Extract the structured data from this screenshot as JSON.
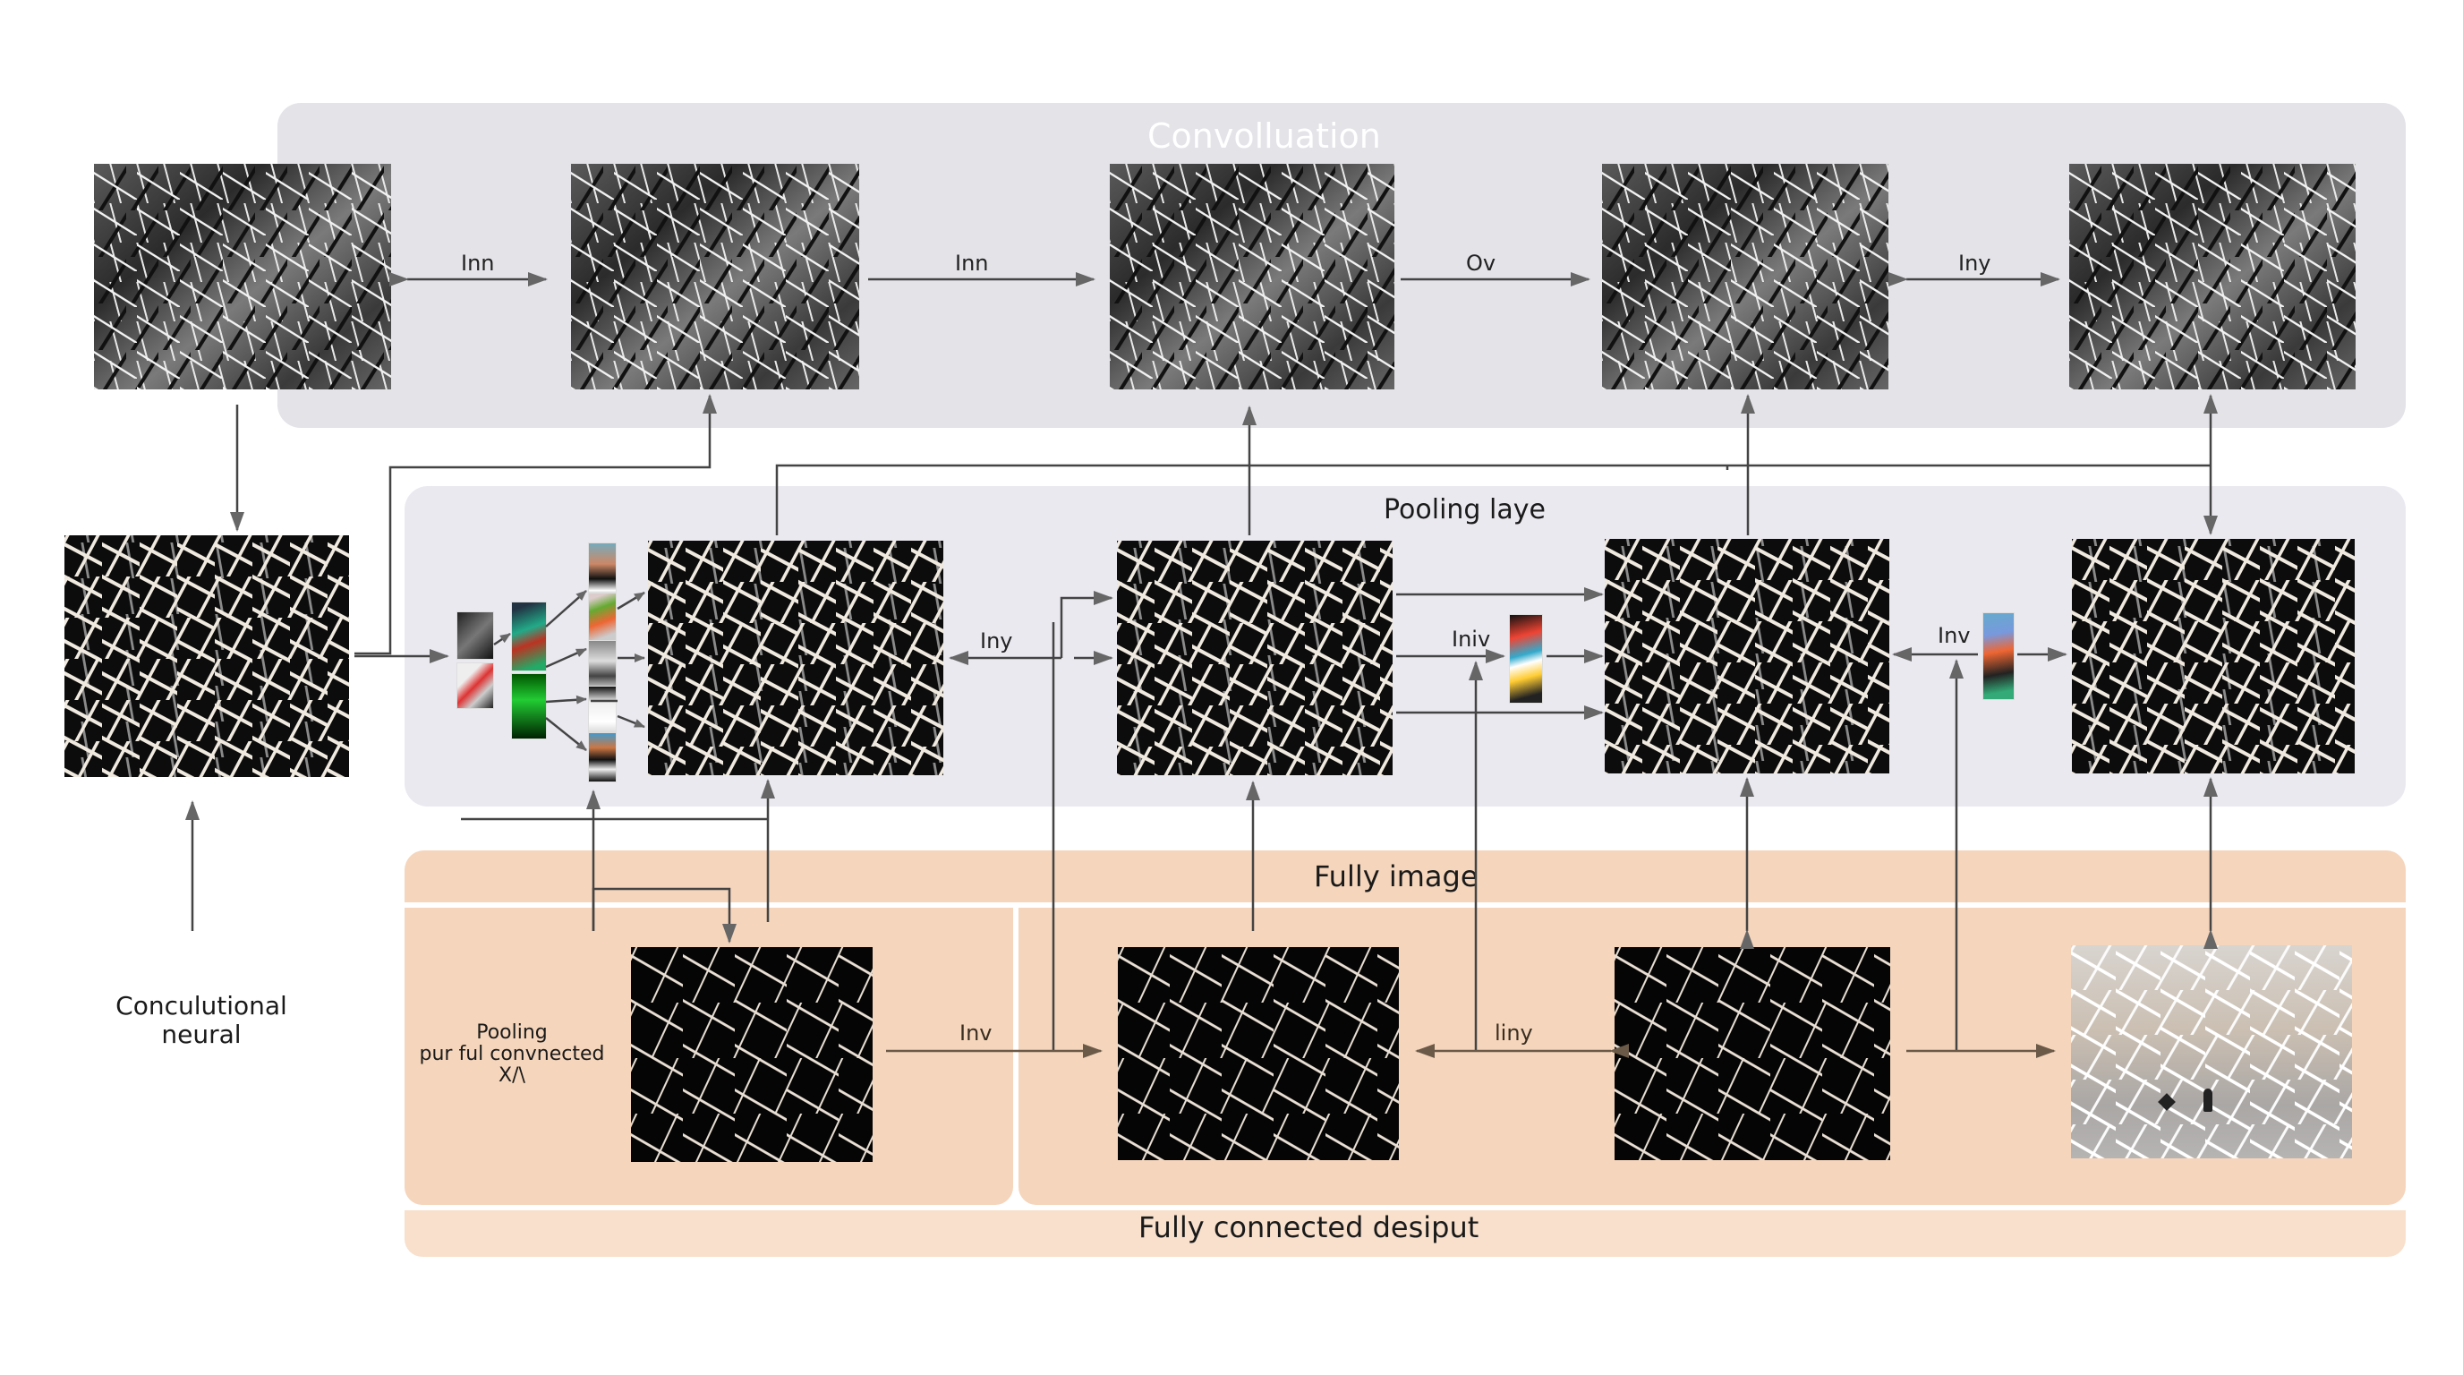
{
  "diagram": {
    "sections": {
      "convolution": {
        "title": "Convolluation",
        "color": "#e3e3e8"
      },
      "pooling": {
        "title": "Pooling laye",
        "color": "#ebe9f0"
      },
      "fully_image": {
        "title": "Fully image",
        "color": "#f5d5bb"
      },
      "fully_connected": {
        "title": "Fully connected desiput",
        "color": "#f8e0cc"
      }
    },
    "side_label": {
      "line1": "Conculutional",
      "line2": "neural"
    },
    "inner_label": {
      "line1": "Pooling",
      "line2": "pur ful convnected",
      "line3": "X/\\"
    },
    "edge_labels": {
      "conv_1": "Inn",
      "conv_2": "Inn",
      "conv_3": "Ov",
      "conv_4": "Iny",
      "pool_1": "Iny",
      "pool_2": "Iniv",
      "pool_3": "Inv",
      "fc_1": "Inv",
      "fc_2": "liny"
    },
    "nodes": {
      "input_top": "gray-fractured-image",
      "input_left": "black-white-fractured-image",
      "conv": [
        "conv-map-1",
        "conv-map-2",
        "conv-map-3",
        "conv-map-4"
      ],
      "pool": [
        "pool-map-1",
        "pool-map-2",
        "pool-map-3",
        "pool-map-4"
      ],
      "fc": [
        "fc-map-1",
        "fc-map-2",
        "fc-map-3",
        "output-image"
      ]
    },
    "colors": {
      "arrow": "#666666",
      "line": "#333333",
      "fc_arrow": "#6b5a48"
    }
  }
}
